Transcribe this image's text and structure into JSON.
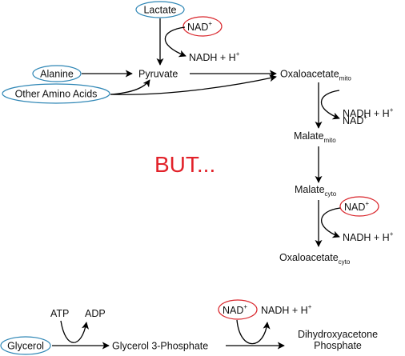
{
  "colors": {
    "substrate_ellipse": "#2e86b5",
    "cofactor_ellipse": "#d9262c",
    "emphasis_text": "#e2222a"
  },
  "top_pathway": {
    "lactate": "Lactate",
    "nad_plus": "NAD",
    "nadh": "NADH + H",
    "alanine": "Alanine",
    "other_amino_acids": "Other Amino Acids",
    "pyruvate": "Pyruvate",
    "oxaloacetate": "Oxaloacetate",
    "mito_sub": "mito"
  },
  "malate_shuttle": {
    "nadh_1": "NADH + H",
    "nad_plus_1": "NAD",
    "malate": "Malate",
    "mito_sub": "mito",
    "malate_2": "Malate",
    "cyto_sub": "cyto",
    "nad_plus_2": "NAD",
    "nadh_2": "NADH + H",
    "oxaloacetate": "Oxaloacetate",
    "cyto_sub_2": "cyto"
  },
  "emphasis": {
    "but": "BUT..."
  },
  "glycerol_pathway": {
    "atp": "ATP",
    "adp": "ADP",
    "nad_plus": "NAD",
    "nadh": "NADH + H",
    "glycerol": "Glycerol",
    "glycerol_3_phosphate": "Glycerol 3-Phosphate",
    "dhap_line1": "Dihydroxyacetone",
    "dhap_line2": "Phosphate"
  },
  "symbols": {
    "plus": "+"
  }
}
